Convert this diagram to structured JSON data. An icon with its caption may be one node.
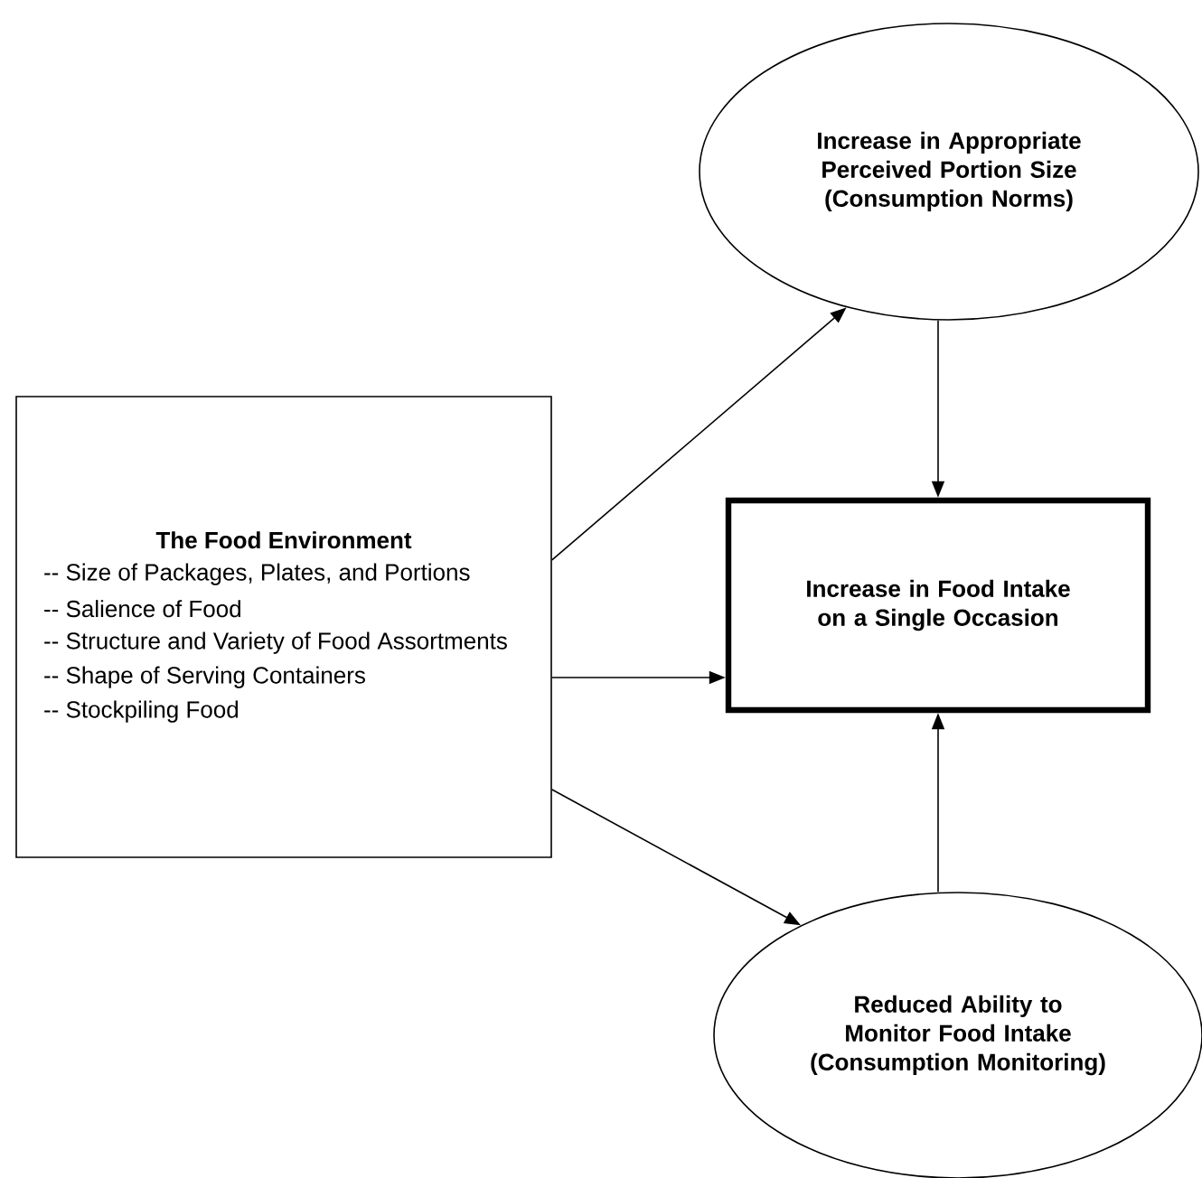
{
  "diagram": {
    "nodes": [
      {
        "text": [
          "The Food Environment",
          "-- Size of Packages, Plates, and Portions",
          "-- Salience of Food",
          "-- Structure and Variety of Food Assortments",
          "-- Shape of Serving Containers",
          "-- Stockpiling Food"
        ]
      },
      {
        "text": [
          "Increase in Appropriate Perceived Portion Size (Consumption Norms)"
        ]
      },
      {
        "text": [
          "Increase in Food Intake on a Single Occasion"
        ]
      },
      {
        "text": [
          "Reduced Ability to Monitor Food Intake (Consumption Monitoring)"
        ]
      }
    ],
    "edges": [
      {
        "from": 0,
        "to": 1,
        "arrow": "to"
      },
      {
        "from": 0,
        "to": 2,
        "arrow": "to"
      },
      {
        "from": 0,
        "to": 3,
        "arrow": "to"
      },
      {
        "from": 1,
        "to": 2,
        "arrow": "to"
      },
      {
        "from": 3,
        "to": 2,
        "arrow": "to"
      }
    ]
  }
}
